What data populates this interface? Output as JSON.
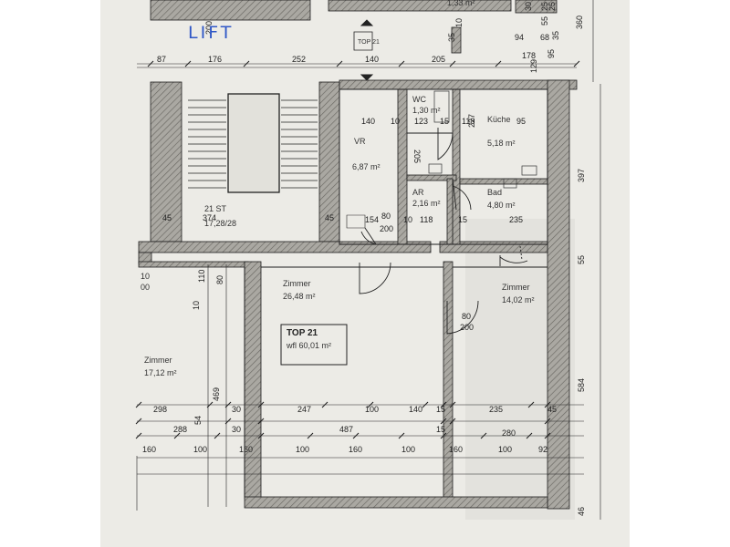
{
  "annotation": {
    "text": "LIFT",
    "color": "#2f57c7"
  },
  "stair": {
    "code": "21 ST",
    "area": "17,28/28"
  },
  "door_top_label": "TOP 21",
  "unit": {
    "name": "TOP 21",
    "area": "wfl 60,01 m²"
  },
  "rooms": [
    {
      "name": "WC",
      "area": "1,30 m²"
    },
    {
      "name": "Küche",
      "area": "5,18 m²"
    },
    {
      "name": "VR",
      "area": "6,87 m²"
    },
    {
      "name": "AR",
      "area": "2,16 m²"
    },
    {
      "name": "Bad",
      "area": "4,80 m²"
    },
    {
      "name": "Zimmer",
      "area": "26,48 m²"
    },
    {
      "name": "Zimmer",
      "area": "14,02 m²"
    },
    {
      "name": "Zimmer",
      "area": "17,12 m²"
    }
  ],
  "fragments": {
    "top_area": "1,33 m²",
    "left_a": "10",
    "left_b": "00"
  },
  "dims": {
    "top_row": [
      "87",
      "176",
      "252",
      "140",
      "205",
      "178",
      "129",
      "95"
    ],
    "top_misc": [
      "200",
      "35",
      "10",
      "94",
      "68",
      "35",
      "55",
      "25",
      "25",
      "30",
      "360"
    ],
    "kitchen_row": [
      "140",
      "10",
      "123",
      "15",
      "118",
      "95"
    ],
    "kitchen_vert": [
      "205",
      "227"
    ],
    "stair_row": [
      "45",
      "374",
      "45",
      "154",
      "80",
      "10",
      "118",
      "15",
      "235"
    ],
    "stair_door": "200",
    "vertical_left": [
      "110",
      "80",
      "10"
    ],
    "bath_door": [
      "80",
      "200"
    ],
    "row_a": [
      "298",
      "30",
      "247",
      "100",
      "140",
      "15",
      "235",
      "45"
    ],
    "row_a_small": "54",
    "row_b": [
      "288",
      "30",
      "487",
      "15",
      "280"
    ],
    "row_c": [
      "160",
      "100",
      "160",
      "100",
      "160",
      "100",
      "160",
      "100",
      "92"
    ],
    "vertical_mid": "469",
    "right_side": [
      "397",
      "55",
      "584",
      "46"
    ]
  }
}
